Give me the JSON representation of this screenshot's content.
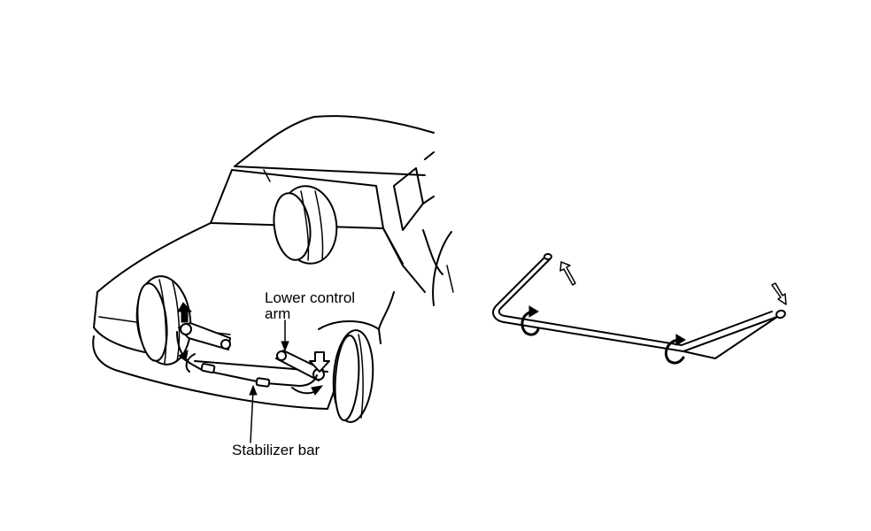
{
  "labels": {
    "lower_control_arm_line1": "Lower control",
    "lower_control_arm_line2": "arm",
    "stabilizer_bar": "Stabilizer bar"
  },
  "icons": {
    "up_arrow": "arrow-up-icon",
    "down_arrow": "arrow-down-icon",
    "twist": "twist-arrow-icon"
  }
}
